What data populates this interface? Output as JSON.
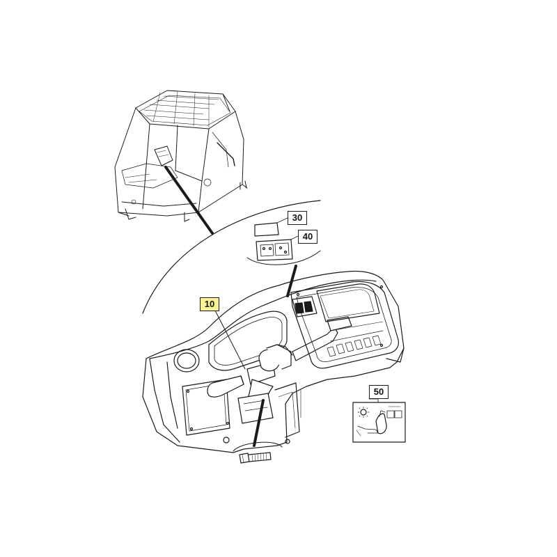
{
  "callouts": {
    "c10": "10",
    "c30": "30",
    "c40": "40",
    "c50": "50"
  },
  "colors": {
    "line": "#1a1a1a",
    "light_line": "#555555",
    "highlight": "#fbf38c",
    "background": "#ffffff"
  },
  "icons": {
    "overview": "cab-overview-icon",
    "dashboard": "dashboard-assembly-icon",
    "screw": "screw-icon",
    "decal": "control-decal-icon",
    "module": "switch-module-icon",
    "plate": "blank-plate-icon"
  }
}
